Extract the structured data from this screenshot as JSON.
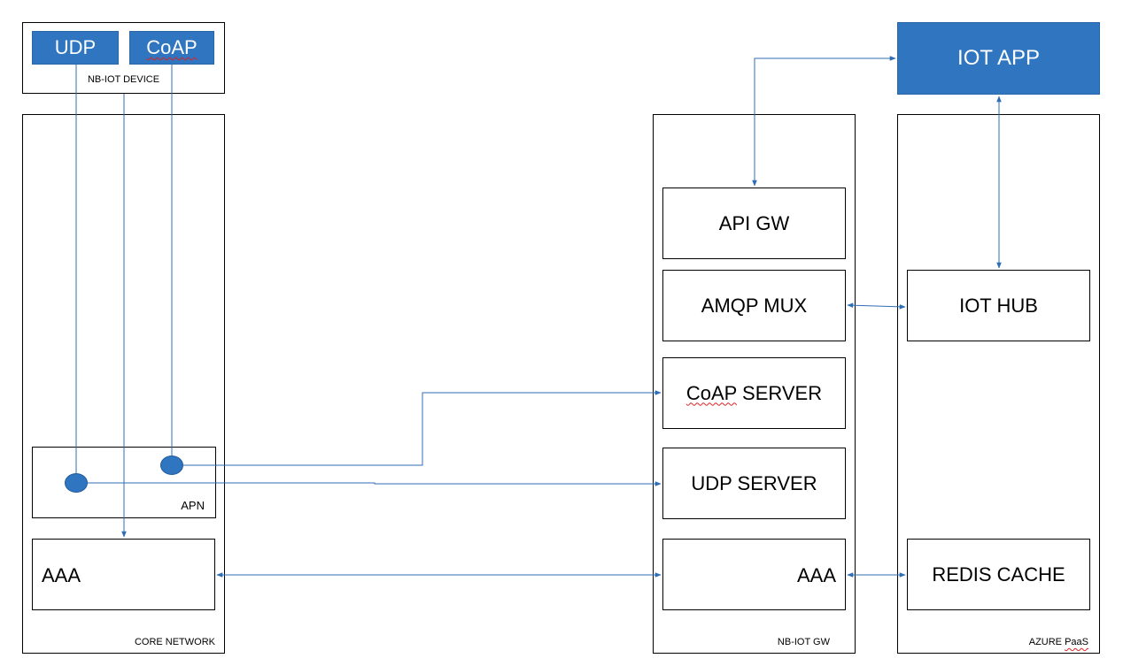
{
  "device": {
    "label": "NB-IOT DEVICE",
    "udp": "UDP",
    "coap": "CoAP"
  },
  "core_network": {
    "label": "CORE NETWORK",
    "apn": "APN",
    "aaa": "AAA"
  },
  "nbiot_gw": {
    "label": "NB-IOT GW",
    "api_gw": "API GW",
    "amqp_mux": "AMQP MUX",
    "coap_server": "CoAP SERVER",
    "udp_server": "UDP SERVER",
    "aaa": "AAA"
  },
  "azure": {
    "label": "AZURE PaaS",
    "iot_app": "IOT APP",
    "iot_hub": "IOT HUB",
    "redis_cache": "REDIS CACHE"
  },
  "colors": {
    "accent_blue": "#2f75c0",
    "line_blue": "#2f6db5"
  }
}
